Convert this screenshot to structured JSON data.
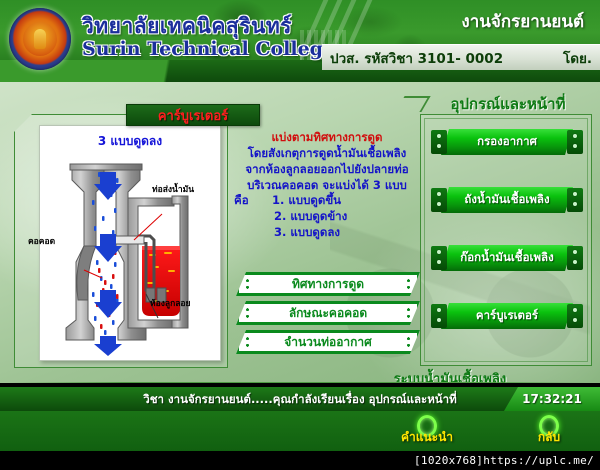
{
  "header": {
    "logo_alt": "college-seal",
    "college_thai": "วิทยาลัยเทคนิคสุรินทร์",
    "college_english": "Surin Technical College",
    "subject_title": "งานจักรยานยนต์",
    "course_code": "ปวส. รหัสวิชา 3101- 0002",
    "by_label": "โดย."
  },
  "diagram": {
    "banner_title": "คาร์บูเรเตอร์",
    "figure_title": "3 แบบดูดลง",
    "labels": {
      "venturi": "คอคอด",
      "fuel_pipe": "ท่อส่งน้ำมัน",
      "float_chamber": "ห้องลูกลอย"
    }
  },
  "content": {
    "heading": "แบ่งตามทิศทางการดูด",
    "line1": "โดยสังเกตุการดูดน้ำมันเชื้อเพลิง",
    "line2": "จากห้องลูกลอยออกไปยังปลายท่อ",
    "line3": "บริเวณคอคอด  จะแบ่งได้ 3 แบบ",
    "line4": "คือ",
    "items": [
      "1. แบบดูดขึ้น",
      "2. แบบดูดข้าง",
      "3. แบบดูดลง"
    ]
  },
  "center_buttons": [
    {
      "label": "ทิศทางการดูด"
    },
    {
      "label": "ลักษณะคอคอด"
    },
    {
      "label": "จำนวนท่ออากาศ"
    }
  ],
  "right_panel": {
    "title": "อุปกรณ์และหน้าที่",
    "buttons": [
      {
        "label": "กรองอากาศ"
      },
      {
        "label": "ถังน้ำมันเชื้อเพลิง"
      },
      {
        "label": "ก๊อกน้ำมันเชื้อเพลิง"
      },
      {
        "label": "คาร์บูเรเตอร์"
      }
    ]
  },
  "system_label": "ระบบน้ำมันเชื้อเพลิง",
  "statusbar": {
    "message": "วิชา งานจักรยานยนต์.....คุณกำลังเรียนเรื่อง อุปกรณ์และหน้าที่",
    "time": "17:32:21"
  },
  "footer": {
    "tips_label": "คำแนะนำ",
    "back_label": "กลับ"
  },
  "watermark": "[1020x768]https://uplc.me/",
  "colors": {
    "header_green": "#3a9a2c",
    "dark_green": "#0d4a0b",
    "button_green": "#0ac20e",
    "accent_yellow": "#ffe600",
    "text_blue": "#1414c8",
    "title_red": "#ff1f1f",
    "fuel_red": "#e00000"
  }
}
